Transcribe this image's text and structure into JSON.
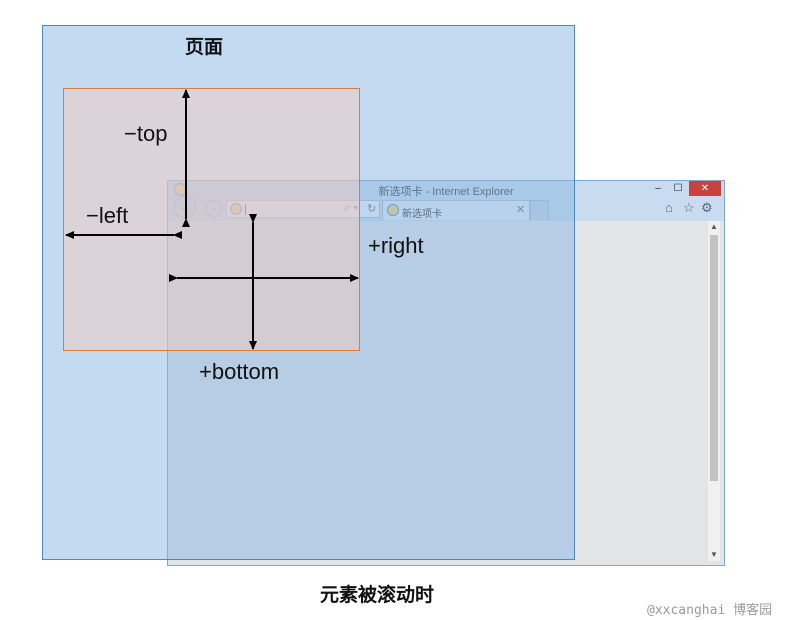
{
  "diagram": {
    "page_label": "页面",
    "caption": "元素被滚动时",
    "labels": {
      "top": "−top",
      "left": "−left",
      "right": "+right",
      "bottom": "+bottom"
    },
    "watermark": "@xxcanghai 博客园"
  },
  "browser": {
    "title": "新选项卡 - Internet Explorer",
    "tab_label": "新选项卡",
    "controls": {
      "minimize": "–",
      "maximize": "☐",
      "close": "✕"
    },
    "nav": {
      "back": "←",
      "forward": "→"
    },
    "address_icons": {
      "search": "⌕ ▾",
      "refresh": "↻"
    },
    "tab_close": "✕",
    "toolbar_icons": {
      "home": "⌂",
      "favorites": "☆",
      "tools": "⚙"
    },
    "scroll": {
      "up": "▲",
      "down": "▼"
    }
  },
  "colors": {
    "page_fill": "#8ab6e2",
    "page_border": "#4f86c6",
    "element_fill": "#f4ccc0",
    "element_border": "#e07a3c",
    "arrow": "#000000",
    "ie_close": "#c9433e"
  }
}
